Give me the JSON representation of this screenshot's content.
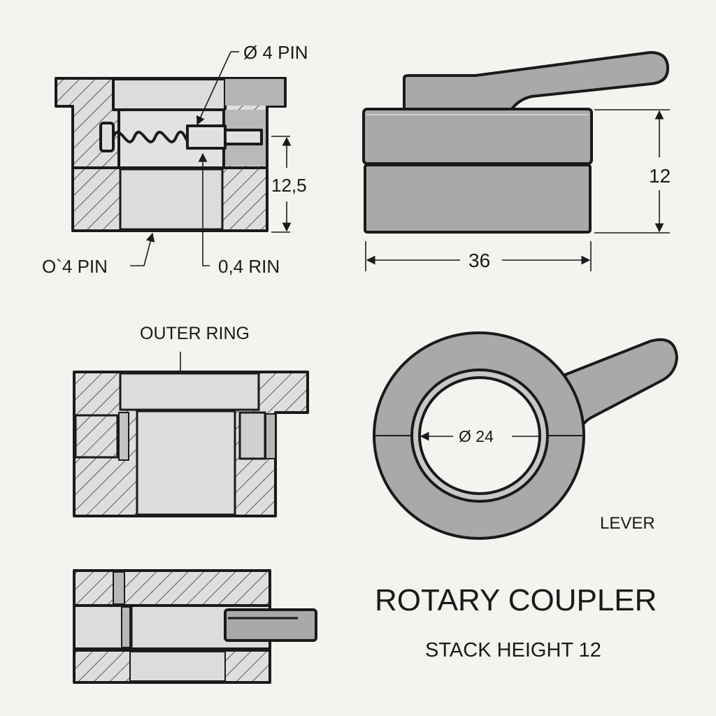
{
  "title": "ROTARY COUPLER",
  "subtitle": "STACK HEIGHT 12",
  "colors": {
    "background": "#f4f3ef",
    "outline": "#1a1a1a",
    "body_fill": "#a9a9a9",
    "bore_fill": "#dcdcdc",
    "hatch_fill": "#dedede"
  },
  "views": {
    "section_top": {
      "callouts": {
        "pin_top": "Ø 4 PIN",
        "pin_bottom_left": "O`4 PIN",
        "pin_bottom_right": "0,4 RIN",
        "height_dim": "12,5"
      }
    },
    "side_view": {
      "width_dim": "36",
      "height_dim": "12"
    },
    "section_middle": {
      "label": "OUTER RING"
    },
    "plan_view": {
      "bore_dim": "Ø 24",
      "lever_label": "LEVER"
    },
    "section_bottom": {}
  }
}
